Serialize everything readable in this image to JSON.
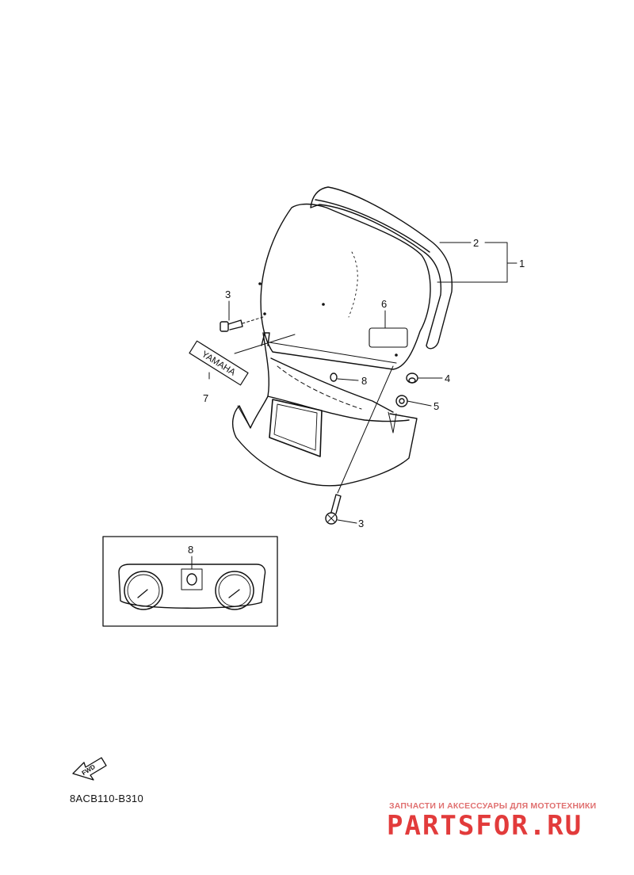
{
  "diagram": {
    "callouts": {
      "c1": "1",
      "c2": "2",
      "c3a": "3",
      "c3b": "3",
      "c4": "4",
      "c5": "5",
      "c6": "6",
      "c7": "7",
      "c8a": "8",
      "c8b": "8"
    },
    "decal_text": "YAMAHA",
    "fwd_label": "FWD",
    "part_code": "8ACB110-B310"
  },
  "watermark": {
    "subtitle": "ЗАПЧАСТИ И АКСЕССУАРЫ ДЛЯ МОТОТЕХНИКИ",
    "brand": "PARTSFOR.RU"
  }
}
